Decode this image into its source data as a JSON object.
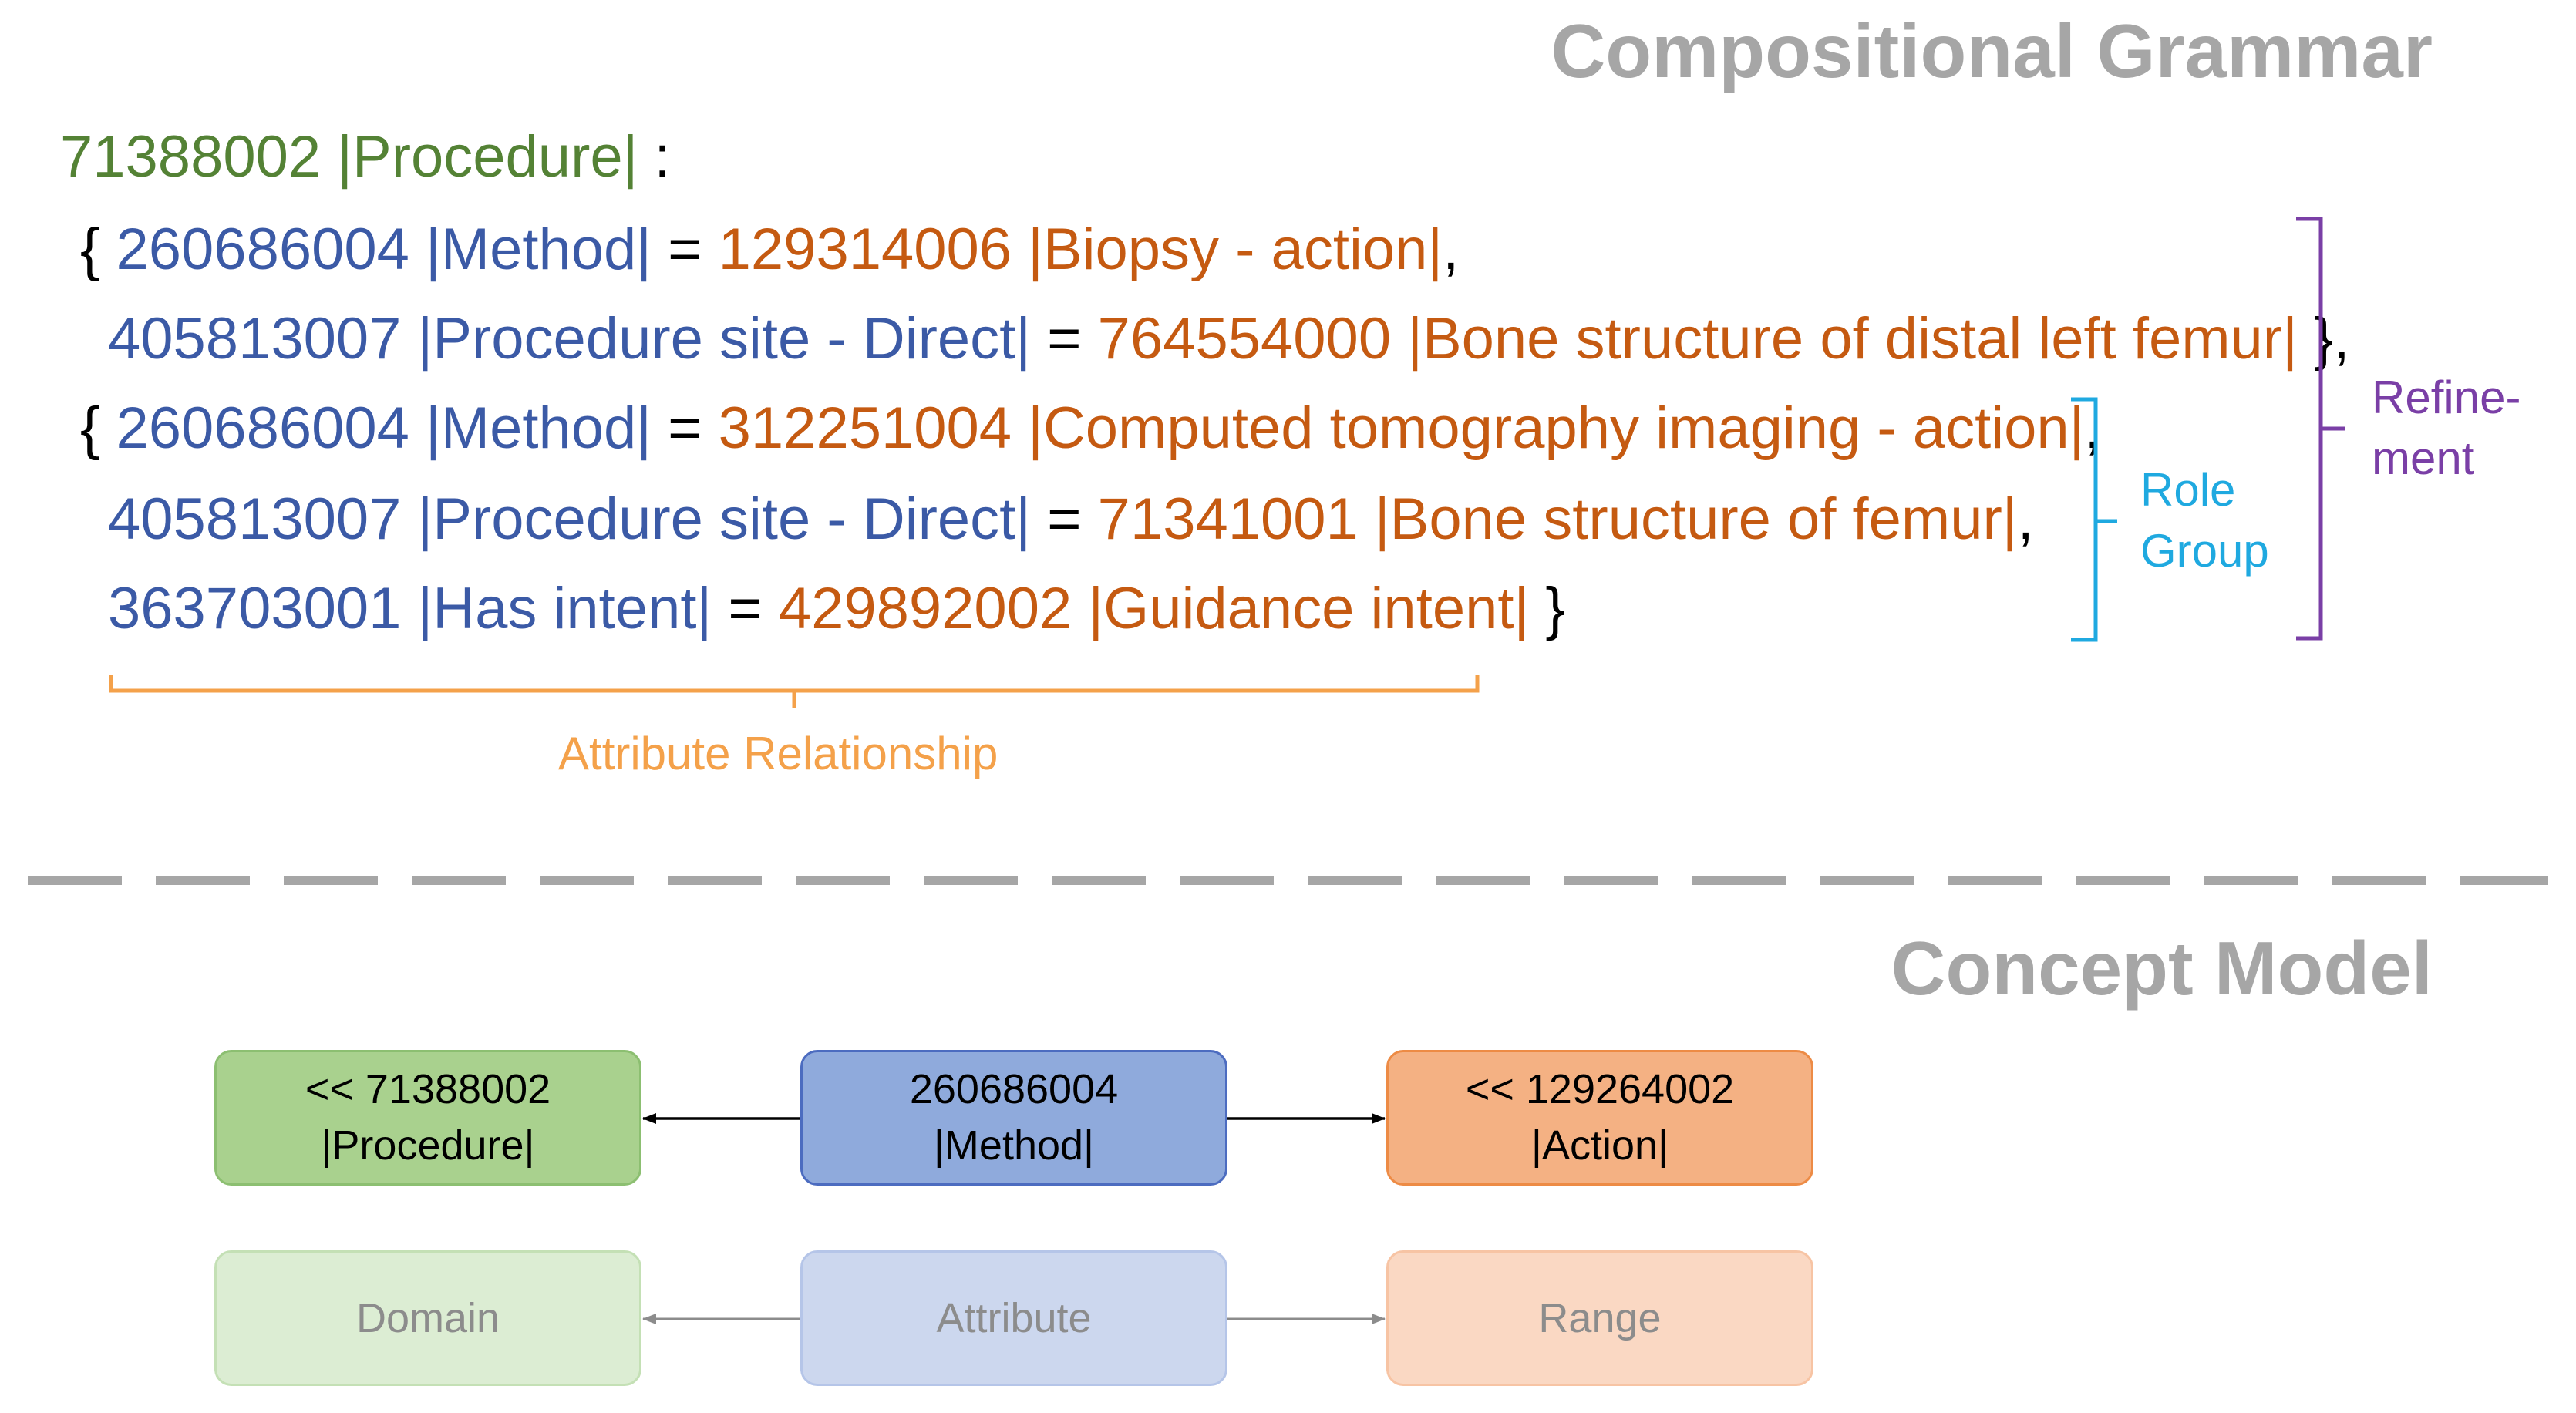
{
  "titles": {
    "grammar": "Compositional Grammar",
    "model": "Concept Model"
  },
  "expression": {
    "focus": {
      "text": "71388002 |Procedure|",
      "colon": " :"
    },
    "lines": [
      {
        "lead": "{ ",
        "attr": "260686004 |Method|",
        "eq": " = ",
        "value": "129314006 |Biopsy - action|",
        "tail": ","
      },
      {
        "lead": "",
        "attr": "405813007 |Procedure site - Direct|",
        "eq": " = ",
        "value": "764554000 |Bone structure of distal left femur|",
        "tail": " },"
      },
      {
        "lead": "{ ",
        "attr": "260686004 |Method|",
        "eq": " = ",
        "value": "312251004 |Computed tomography imaging - action|",
        "tail": ","
      },
      {
        "lead": "",
        "attr": "405813007 |Procedure site - Direct|",
        "eq": " = ",
        "value": "71341001 |Bone structure of femur|",
        "tail": ","
      },
      {
        "lead": "",
        "attr": "363703001 |Has intent|",
        "eq": " = ",
        "value": "429892002 |Guidance intent|",
        "tail": " }"
      }
    ]
  },
  "annotations": {
    "attribute_relationship": "Attribute Relationship",
    "role_group_1": "Role",
    "role_group_2": "Group",
    "refinement_1": "Refine-",
    "refinement_2": "ment"
  },
  "concept_model": {
    "top": {
      "domain": {
        "line1": "<< 71388002",
        "line2": "|Procedure|"
      },
      "attribute": {
        "line1": "260686004",
        "line2": "|Method|"
      },
      "range": {
        "line1": "<< 129264002",
        "line2": "|Action|"
      }
    },
    "bottom": {
      "domain": "Domain",
      "attribute": "Attribute",
      "range": "Range"
    }
  },
  "colors": {
    "focus": "#548235",
    "attribute": "#3b5aa6",
    "value": "#c55a11",
    "attribute_relationship": "#f4a14a",
    "role_group": "#1fa9e0",
    "refinement": "#7a3fa6",
    "title": "#a6a6a6"
  }
}
